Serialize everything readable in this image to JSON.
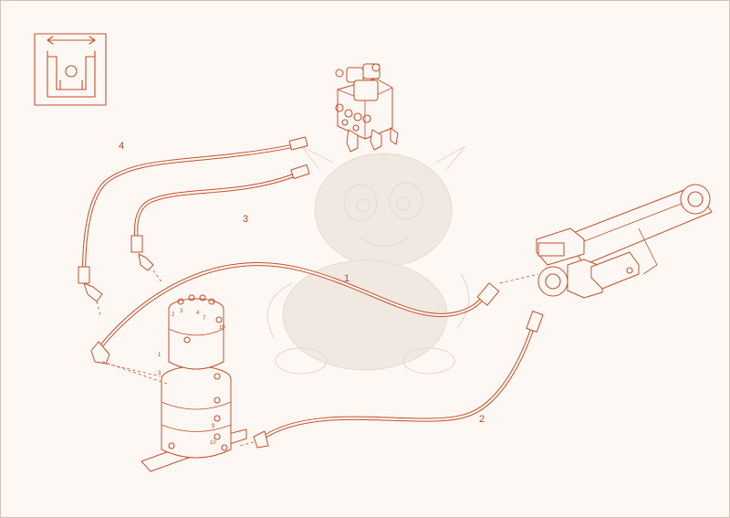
{
  "diagram": {
    "callouts": [
      {
        "id": "hose-1",
        "label": "1"
      },
      {
        "id": "hose-2",
        "label": "2"
      },
      {
        "id": "hose-3",
        "label": "3"
      },
      {
        "id": "hose-4",
        "label": "4"
      }
    ],
    "swivel_port_numbers": [
      "2",
      "3",
      "4",
      "7",
      "10",
      "1",
      "3",
      "9",
      "10"
    ],
    "icons": {
      "orientation_badge": "offset-swing-orientation-icon",
      "watermark": "dragon-mascot-watermark"
    },
    "colors": {
      "line": "#c2502a",
      "background": "#fdf8f4",
      "watermark": "#e4d8cf"
    }
  }
}
